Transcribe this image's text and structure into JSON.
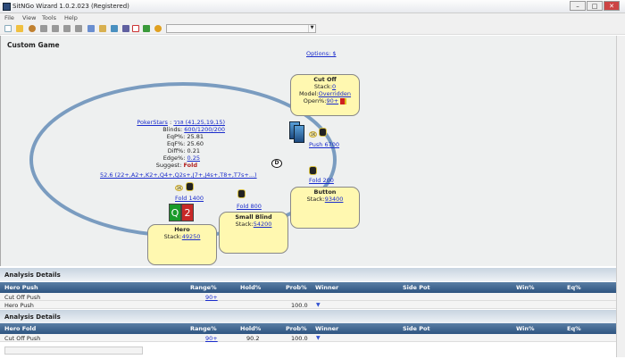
{
  "window": {
    "title": "SitNGo Wizard 1.0.2.023 (Registered)",
    "min": "–",
    "max": "□",
    "close": "✕"
  },
  "menu": [
    "File",
    "View",
    "Tools",
    "Help"
  ],
  "game": {
    "title": "Custom Game",
    "options": "Options: $"
  },
  "info": {
    "site": "PokerStars",
    "sep": " : ",
    "payout": "ววล (41,25,19,15)",
    "blinds_label": "Blinds:",
    "blinds": "600/1200/200",
    "eqp_label": "EqP%:",
    "eqp": "25.81",
    "eqf_label": "EqF%:",
    "eqf": "25.60",
    "diff_label": "Diff%:",
    "diff": "0.21",
    "edge_label": "Edge%:",
    "edge": "0.25",
    "suggest_label": "Suggest:",
    "suggest": "Fold",
    "range": "52.6 (22+,A2+,K2+,Q4+,Q2s+,J7+,J4s+,T8+,T7s+...)"
  },
  "seats": {
    "cutoff": {
      "name": "Cut Off",
      "stack_label": "Stack:",
      "stack": "0",
      "model_label": "Model:",
      "model": "Overridden",
      "open_label": "Open%:",
      "open": "90+",
      "action": "Push 6700"
    },
    "button": {
      "name": "Button",
      "stack_label": "Stack:",
      "stack": "93400",
      "action": "Fold 200"
    },
    "sb": {
      "name": "Small Blind",
      "stack_label": "Stack:",
      "stack": "54200",
      "action": "Fold 800"
    },
    "hero": {
      "name": "Hero",
      "stack_label": "Stack:",
      "stack": "49250",
      "action": "Fold 1400",
      "cards": [
        {
          "rank": "Q",
          "suit": "♣",
          "color": "#1a9a2a"
        },
        {
          "rank": "2",
          "suit": "♥",
          "color": "#c82828"
        }
      ]
    }
  },
  "dealer": "D",
  "chip_label": "1K",
  "colors": {
    "accent": "#2e5480",
    "table": "#7a9cc0",
    "seat": "#fff8b0"
  },
  "analysis": [
    {
      "title": "Analysis Details",
      "headers": [
        "Hero Push",
        "Range%",
        "Hold%",
        "Prob%",
        "Winner",
        "Side Pot",
        "Win%",
        "Eq%"
      ],
      "rows": [
        {
          "name": "Cut Off Push",
          "range": "90+",
          "hold": "",
          "prob": "",
          "winner": false
        },
        {
          "name": "Hero Push",
          "range": "",
          "hold": "",
          "prob": "100.0",
          "winner": true
        }
      ]
    },
    {
      "title": "Analysis Details",
      "headers": [
        "Hero Fold",
        "Range%",
        "Hold%",
        "Prob%",
        "Winner",
        "Side Pot",
        "Win%",
        "Eq%"
      ],
      "rows": [
        {
          "name": "Cut Off Push",
          "range": "90+",
          "hold": "90.2",
          "prob": "100.0",
          "winner": true
        }
      ]
    }
  ]
}
